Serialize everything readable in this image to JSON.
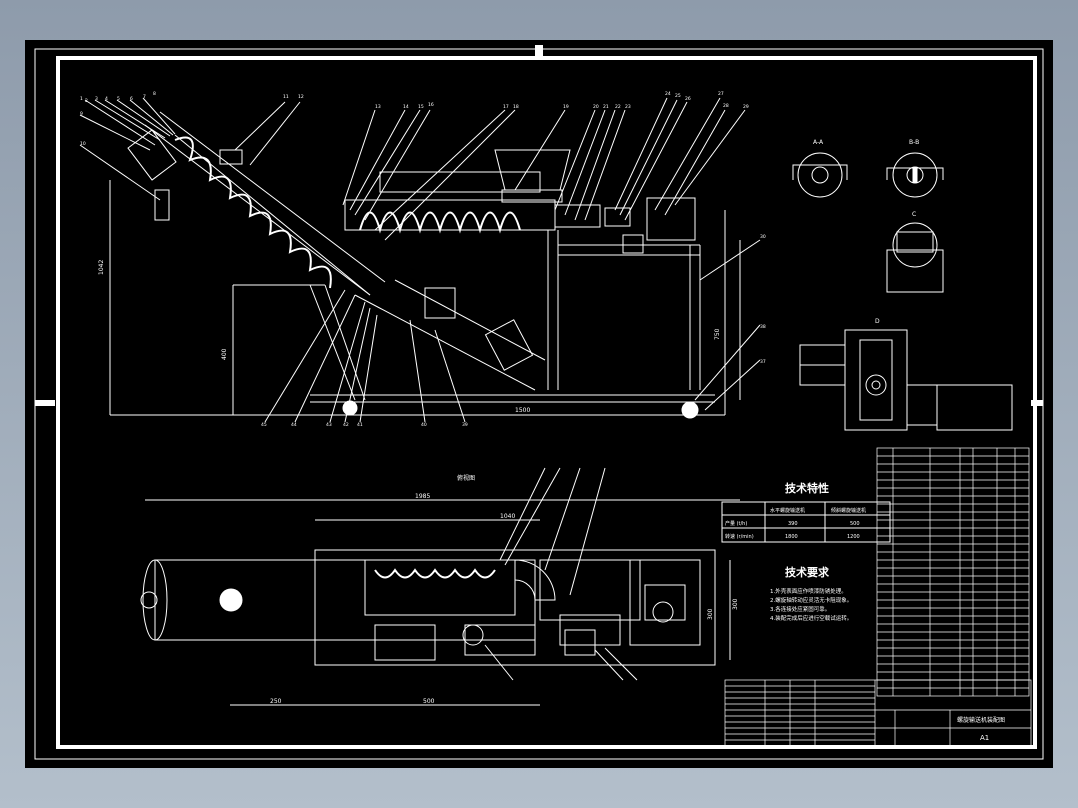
{
  "drawing": {
    "title": "技术特性",
    "requirements_title": "技术要求",
    "requirements": [
      "1.外壳表面应作喷漆防锈处理。",
      "2.螺旋轴转动应灵活无卡阻现象。",
      "3.各连接处应紧固可靠。",
      "4.装配完成后应进行空载试运转。"
    ],
    "spec_headers": [
      "水平螺旋输送机",
      "倾斜螺旋输送机"
    ],
    "spec_rows": [
      {
        "label": "产量 (t/h)",
        "a": "390",
        "b": "500"
      },
      {
        "label": "转速 (r/min)",
        "a": "1800",
        "b": "1200"
      }
    ],
    "section_labels": [
      "A-A",
      "B-B",
      "C",
      "D"
    ],
    "top_view_caption": "俯视图",
    "sheet_size": "A1",
    "drawing_name": "螺旋输送机装配图",
    "dims": {
      "overall_length": "1500",
      "height_left": "1042",
      "height_mid": "400",
      "height_right": "750",
      "top_len": "1985",
      "top_len2": "1040",
      "bottom_a": "250",
      "bottom_b": "500",
      "width_r": "300",
      "width_r2": "300"
    },
    "part_callouts_top": [
      "1",
      "2",
      "3",
      "4",
      "5",
      "6",
      "7",
      "8",
      "9",
      "10",
      "11",
      "12",
      "13",
      "14",
      "15",
      "16",
      "17",
      "18",
      "19",
      "20",
      "21",
      "22",
      "23",
      "24",
      "25",
      "26",
      "27",
      "28",
      "29",
      "30"
    ],
    "part_callouts_bottom": [
      "45",
      "44",
      "43",
      "42",
      "41",
      "40",
      "39",
      "38",
      "37"
    ]
  }
}
